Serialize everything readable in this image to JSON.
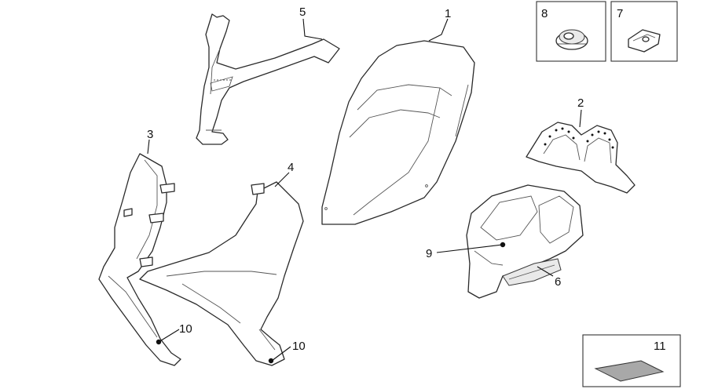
{
  "callouts": {
    "c1": "1",
    "c2": "2",
    "c3": "3",
    "c4": "4",
    "c5": "5",
    "c6": "6",
    "c7": "7",
    "c8": "8",
    "c9": "9",
    "c10a": "10",
    "c10b": "10",
    "c11": "11"
  },
  "colors": {
    "line": "#2a2a2a",
    "shade": "#e9e9e9",
    "swatch": "#a8a8a8"
  }
}
